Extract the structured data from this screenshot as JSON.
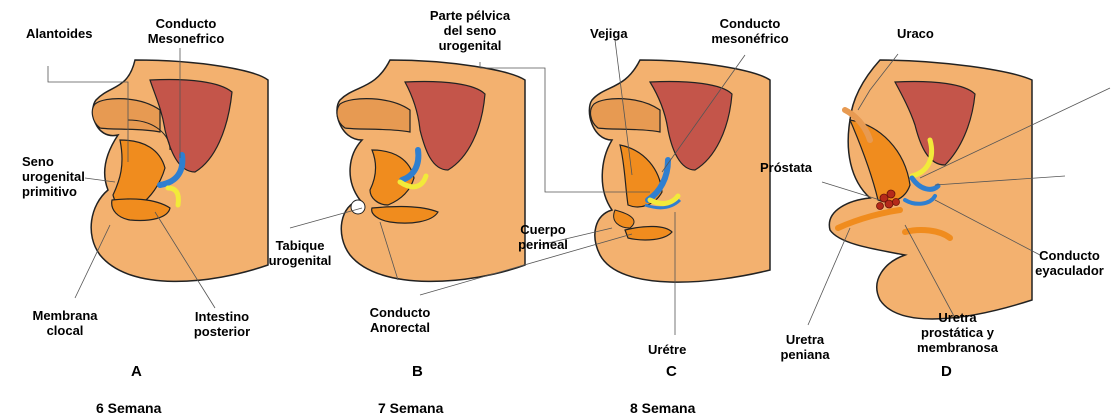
{
  "colors": {
    "outer": "#f3b16f",
    "outer_dark": "#e79a52",
    "rectum": "#c4554a",
    "orange": "#f08c1e",
    "blue": "#2f7fd0",
    "yellow": "#f2ea3a",
    "prostate": "#b52a1a",
    "line": "#555555"
  },
  "panels": [
    {
      "letter": "A",
      "week": "6 Semana"
    },
    {
      "letter": "B",
      "week": "7 Semana"
    },
    {
      "letter": "C",
      "week": "8 Semana"
    },
    {
      "letter": "D",
      "week": ""
    }
  ],
  "labels": {
    "alantoides": "Alantoides",
    "conducto_mesonefrico_a": "Conducto\nMesonefrico",
    "seno_urogenital": "Seno\nurogenital\nprimitivo",
    "membrana_clocal": "Membrana\nclocal",
    "intestino_posterior": "Intestino\nposterior",
    "tabique_urogenital": "Tabique\nurogenital",
    "conducto_anorectal": "Conducto\nAnorectal",
    "parte_pelvica": "Parte pélvica\ndel seno\nurogenital",
    "vejiga": "Vejiga",
    "conducto_mesonefrico_c": "Conducto\nmesonéfrico",
    "cuerpo_perineal": "Cuerpo\nperineal",
    "uretre": "Urétre",
    "uraco": "Uraco",
    "prostata": "Próstata",
    "conducto_eyaculador": "Conducto\neyaculador",
    "uretra_peniana": "Uretra\npeniana",
    "uretra_prostatica": "Uretra\nprostática y\nmembranosa"
  }
}
